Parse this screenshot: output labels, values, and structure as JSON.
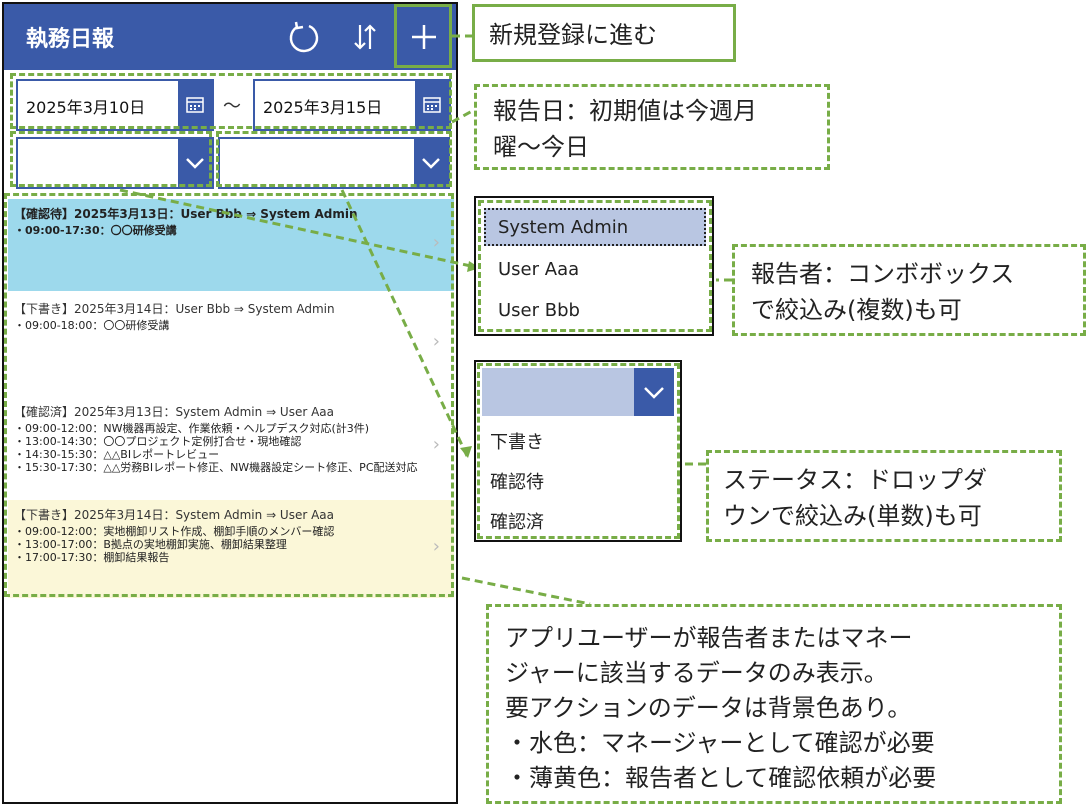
{
  "app": {
    "title": "執務日報",
    "refresh_icon": "refresh-icon",
    "sort_icon": "sort-icon",
    "add_icon": "plus-icon",
    "accent_color": "#3a5aa8"
  },
  "filters": {
    "date_from": "2025年3月10日",
    "date_to": "2025年3月15日",
    "date_separator": "～",
    "reporter_value": "",
    "status_value": ""
  },
  "reports": [
    {
      "title": "【確認待】2025年3月13日：User Bbb ⇒ System Admin",
      "lines": [
        "・09:00-17:30：〇〇研修受講"
      ],
      "bg_color": "#9dd9ec"
    },
    {
      "title": "【下書き】2025年3月14日：User Bbb ⇒ System Admin",
      "lines": [
        "・09:00-18:00：〇〇研修受講"
      ],
      "bg_color": "#ffffff"
    },
    {
      "title": "【確認済】2025年3月13日：System Admin ⇒ User Aaa",
      "lines": [
        "・09:00-12:00：NW機器再設定、作業依頼・ヘルプデスク対応(計3件)",
        "・13:00-14:30：〇〇プロジェクト定例打合せ・現地確認",
        "・14:30-15:30：△△BIレポートレビュー",
        "・15:30-17:30：△△労務BIレポート修正、NW機器設定シート修正、PC配送対応"
      ],
      "bg_color": "#ffffff"
    },
    {
      "title": "【下書き】2025年3月14日：System Admin ⇒ User Aaa",
      "lines": [
        "・09:00-12:00：実地棚卸リスト作成、棚卸手順のメンバー確認",
        "・13:00-17:00：B拠点の実地棚卸実施、棚卸結果整理",
        "・17:00-17:30：棚卸結果報告"
      ],
      "bg_color": "#fbf7d8"
    }
  ],
  "combo_popup": {
    "options": [
      "System Admin",
      "User Aaa",
      "User Bbb"
    ],
    "selected": "System Admin"
  },
  "status_popup": {
    "options": [
      "下書き",
      "確認待",
      "確認済"
    ]
  },
  "callouts": {
    "new_entry": "新規登録に進む",
    "date": [
      "報告日：初期値は今週月",
      "曜～今日"
    ],
    "reporter": [
      "報告者：コンボボックス",
      "で絞込み(複数)も可"
    ],
    "status": [
      "ステータス：ドロップダ",
      "ウンで絞込み(単数)も可"
    ],
    "note": [
      "アプリユーザーが報告者またはマネー",
      "ジャーに該当するデータのみ表示。",
      "要アクションのデータは背景色あり。",
      "・水色：マネージャーとして確認が必要",
      "・薄黄色：報告者として確認依頼が必要"
    ],
    "color": "#78ad47"
  }
}
